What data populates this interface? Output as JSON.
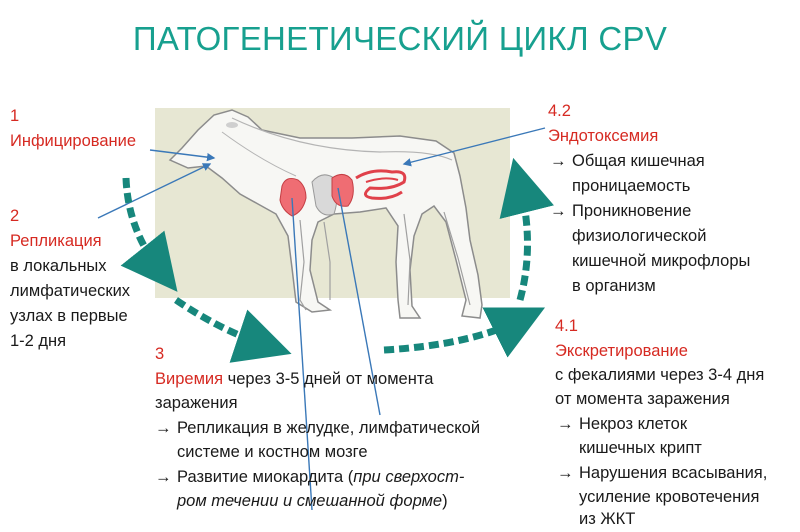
{
  "title": "ПАТОГЕНЕТИЧЕСКИЙ ЦИКЛ CPV",
  "colors": {
    "title": "#17a08f",
    "accent_red": "#d62a22",
    "cycle_arrow": "#17877c",
    "background_panel": "#e7e7d3"
  },
  "arrow_glyph": "→",
  "step1": {
    "num": "1",
    "label": "Инфицирование"
  },
  "step2": {
    "num": "2",
    "label": "Репликация",
    "lines": [
      "в локальных",
      "лимфатических",
      "узлах в первые",
      "1-2 дня"
    ]
  },
  "step3": {
    "num": "3",
    "label": "Виремия",
    "rest": " через 3-5 дней от момента",
    "line2": "заражения",
    "b1": [
      "Репликация в желудке, лимфатической",
      "системе и костном мозге"
    ],
    "b2_prefix": "Развитие миокардита (",
    "b2_italic1": "при сверхост-",
    "b2_italic2": "ром течении и смешанной форме",
    "b2_suffix": ")"
  },
  "step42": {
    "num": "4.2",
    "label": "Эндотоксемия",
    "b1": [
      "Общая кишечная",
      "проницаемость"
    ],
    "b2": [
      "Проникновение",
      "физиологической",
      "кишечной микрофлоры",
      "в организм"
    ]
  },
  "step41": {
    "num": "4.1",
    "label": "Экскретирование",
    "lines": [
      "с фекалиями через 3-4 дня",
      "от момента заражения"
    ],
    "b1": [
      "Некроз клеток",
      "кишечных крипт"
    ],
    "b2": [
      "Нарушения всасывания,",
      "усиление кровотечения",
      "из ЖКТ"
    ]
  }
}
